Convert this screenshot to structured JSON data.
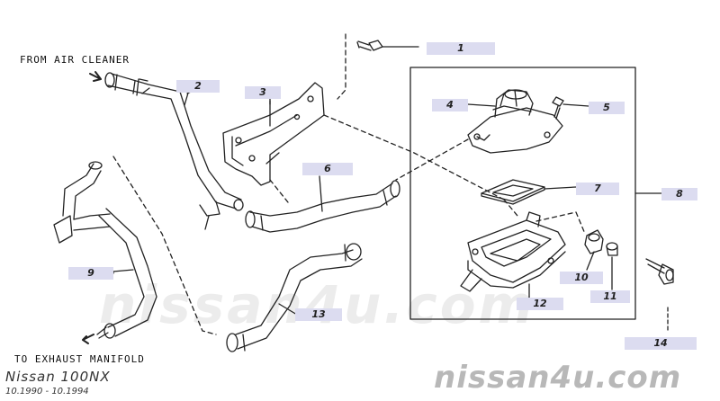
{
  "diagram": {
    "callouts": [
      {
        "id": "1",
        "label": "1"
      },
      {
        "id": "2",
        "label": "2"
      },
      {
        "id": "3",
        "label": "3"
      },
      {
        "id": "4",
        "label": "4"
      },
      {
        "id": "5",
        "label": "5"
      },
      {
        "id": "6",
        "label": "6"
      },
      {
        "id": "7",
        "label": "7"
      },
      {
        "id": "8",
        "label": "8"
      },
      {
        "id": "9",
        "label": "9"
      },
      {
        "id": "10",
        "label": "10"
      },
      {
        "id": "11",
        "label": "11"
      },
      {
        "id": "12",
        "label": "12"
      },
      {
        "id": "13",
        "label": "13"
      },
      {
        "id": "14",
        "label": "14"
      }
    ],
    "from_air_cleaner": "FROM AIR CLEANER",
    "to_exhaust_manifold": "TO EXHAUST MANIFOLD"
  },
  "footer": {
    "model": "Nissan 100NX",
    "dates": "10.1990 - 10.1994",
    "watermark_center": "nissan4u.com",
    "watermark_corner": "nissan4u.com"
  },
  "colors": {
    "label_bg": "#dcdcf0",
    "line": "#222222",
    "watermark_light": "#eaeaea",
    "watermark_dark": "#b8b8b8"
  }
}
